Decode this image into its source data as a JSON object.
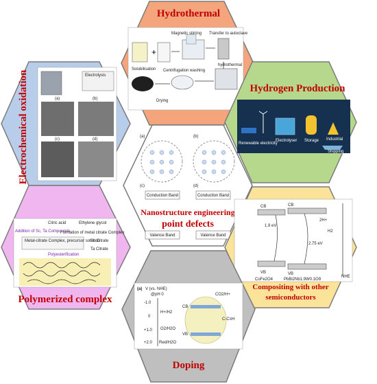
{
  "panels": {
    "top": {
      "title": "Hydrothermal",
      "color": "#f4a57c",
      "steps": [
        "Solubilisation",
        "Magnetic stirring",
        "Transfer to autoclave",
        "hydrothermal",
        "Centrifugation washing",
        "Drying"
      ]
    },
    "upper_left": {
      "title": "Electrochemical oxidation",
      "color": "#b7cde9",
      "sublabels": [
        "(a)",
        "(b)",
        "(c)",
        "(d)",
        "Electrolysis"
      ]
    },
    "upper_right": {
      "title": "Hydrogen Production",
      "color": "#b6d88c",
      "captions": [
        "Renewable electricity",
        "Electrolyser",
        "Storage",
        "Industrial",
        "Shipping"
      ]
    },
    "center": {
      "title_line1": "Nanostructure engineering",
      "title_line2": "point defects",
      "labels": [
        "(a)",
        "(b)",
        "(c)",
        "(d)",
        "Conduction Band",
        "Valence Band",
        "Conduction Band",
        "Valence Band"
      ]
    },
    "lower_left": {
      "title": "Polymerized complex",
      "color": "#f0b6ef",
      "labels": [
        "Citric acid",
        "Ethylene glycol",
        "Addition of Sc, Ta Compounds",
        "Formation of metal citrate Complex",
        "Metal-citrate Complex, precursor solution",
        "Sc Citrate",
        "Ta Citrate",
        "Polyesterification"
      ]
    },
    "lower_right": {
      "title_line1": "Compositing with other",
      "title_line2": "semiconductors",
      "color": "#fbe49a",
      "labels": [
        "CB",
        "CB",
        "VB",
        "VB",
        "CoFe2O4",
        "PbBi2Nb1.9W0.1O9",
        "2.75 eV",
        "1.9 eV",
        "H2",
        "2H+",
        "NHE"
      ]
    },
    "bottom": {
      "title": "Doping",
      "color": "#bfbfbf",
      "labels": [
        "(a)",
        "V (vs. NHE)",
        "@pH 0",
        "-1.0",
        "0",
        "+1.0",
        "+2.0",
        "H+/H2",
        "O2/H2O",
        "Red/H2O",
        "CB",
        "VB",
        "CO2/H+",
        "C-C≡H"
      ]
    }
  }
}
